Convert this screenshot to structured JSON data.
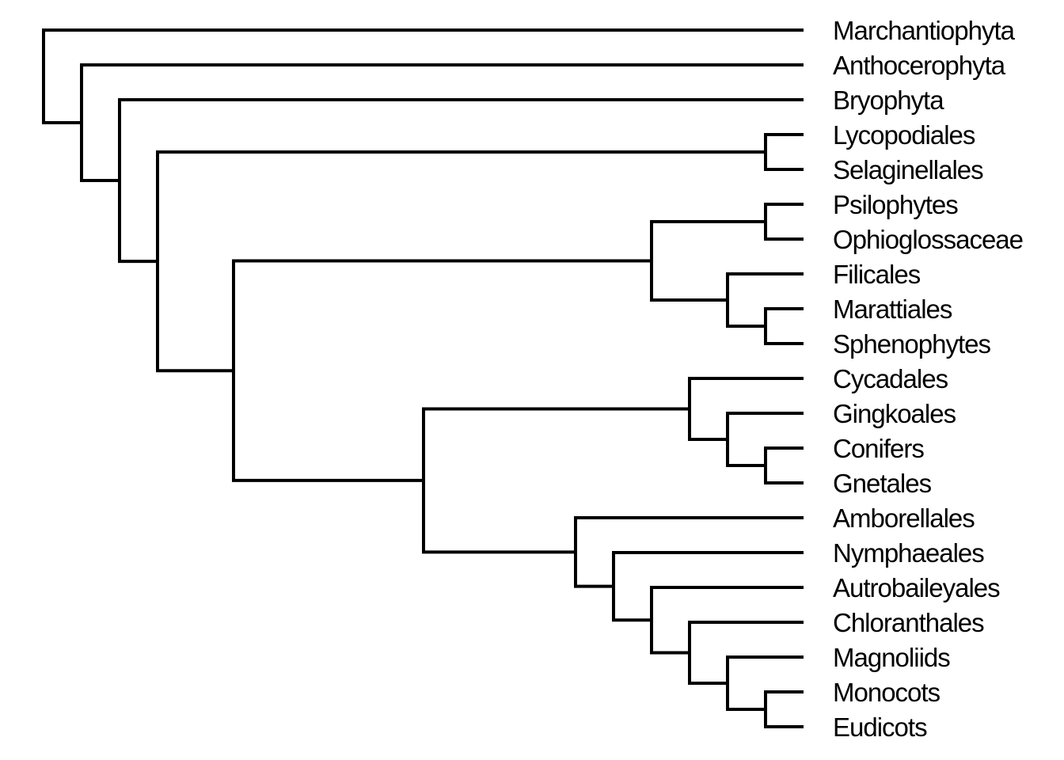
{
  "colors": {
    "background": "#ffffff",
    "line": "#000000",
    "text": "#000000"
  },
  "chart_data": {
    "type": "cladogram",
    "orientation": "left-to-right",
    "tip_count": 21,
    "tips_top_to_bottom": [
      "Marchantiophyta",
      "Anthocerophyta",
      "Bryophyta",
      "Lycopodiales",
      "Selaginellales",
      "Psilophytes",
      "Ophioglossaceae",
      "Filicales",
      "Marattiales",
      "Sphenophytes",
      "Cycadales",
      "Gingkoales",
      "Conifers",
      "Gnetales",
      "Amborellales",
      "Nymphaeales",
      "Autrobaileyales",
      "Chloranthales",
      "Magnoliids",
      "Monocots",
      "Eudicots"
    ],
    "newick": "(Marchantiophyta,(Anthocerophyta,(Bryophyta,((Lycopodiales,Selaginellales),(((Psilophytes,Ophioglossaceae),(Filicales,(Marattiales,Sphenophytes))),((Cycadales,(Gingkoales,(Conifers,Gnetales))),(Amborellales,(Nymphaeales,(Autrobaileyales,(Chloranthales,(Magnoliids,(Monocots,Eudicots)))))))))));",
    "tree": {
      "children": [
        {
          "label": "Marchantiophyta"
        },
        {
          "children": [
            {
              "label": "Anthocerophyta"
            },
            {
              "children": [
                {
                  "label": "Bryophyta"
                },
                {
                  "children": [
                    {
                      "children": [
                        {
                          "label": "Lycopodiales"
                        },
                        {
                          "label": "Selaginellales"
                        }
                      ]
                    },
                    {
                      "children": [
                        {
                          "children": [
                            {
                              "children": [
                                {
                                  "label": "Psilophytes"
                                },
                                {
                                  "label": "Ophioglossaceae"
                                }
                              ]
                            },
                            {
                              "children": [
                                {
                                  "label": "Filicales"
                                },
                                {
                                  "children": [
                                    {
                                      "label": "Marattiales"
                                    },
                                    {
                                      "label": "Sphenophytes"
                                    }
                                  ]
                                }
                              ]
                            }
                          ]
                        },
                        {
                          "children": [
                            {
                              "children": [
                                {
                                  "label": "Cycadales"
                                },
                                {
                                  "children": [
                                    {
                                      "label": "Gingkoales"
                                    },
                                    {
                                      "children": [
                                        {
                                          "label": "Conifers"
                                        },
                                        {
                                          "label": "Gnetales"
                                        }
                                      ]
                                    }
                                  ]
                                }
                              ]
                            },
                            {
                              "children": [
                                {
                                  "label": "Amborellales"
                                },
                                {
                                  "children": [
                                    {
                                      "label": "Nymphaeales"
                                    },
                                    {
                                      "children": [
                                        {
                                          "label": "Autrobaileyales"
                                        },
                                        {
                                          "children": [
                                            {
                                              "label": "Chloranthales"
                                            },
                                            {
                                              "children": [
                                                {
                                                  "label": "Magnoliids"
                                                },
                                                {
                                                  "children": [
                                                    {
                                                      "label": "Monocots"
                                                    },
                                                    {
                                                      "label": "Eudicots"
                                                    }
                                                  ]
                                                }
                                              ]
                                            }
                                          ]
                                        }
                                      ]
                                    }
                                  ]
                                }
                              ]
                            }
                          ]
                        }
                      ]
                    }
                  ]
                }
              ]
            }
          ]
        }
      ]
    },
    "layout": {
      "tips_right_aligned": true,
      "internal_node_x_rule": "x = tip_line_end_x - unit * (descendant_tip_count - 1)",
      "branch_style": "rectangular"
    }
  }
}
